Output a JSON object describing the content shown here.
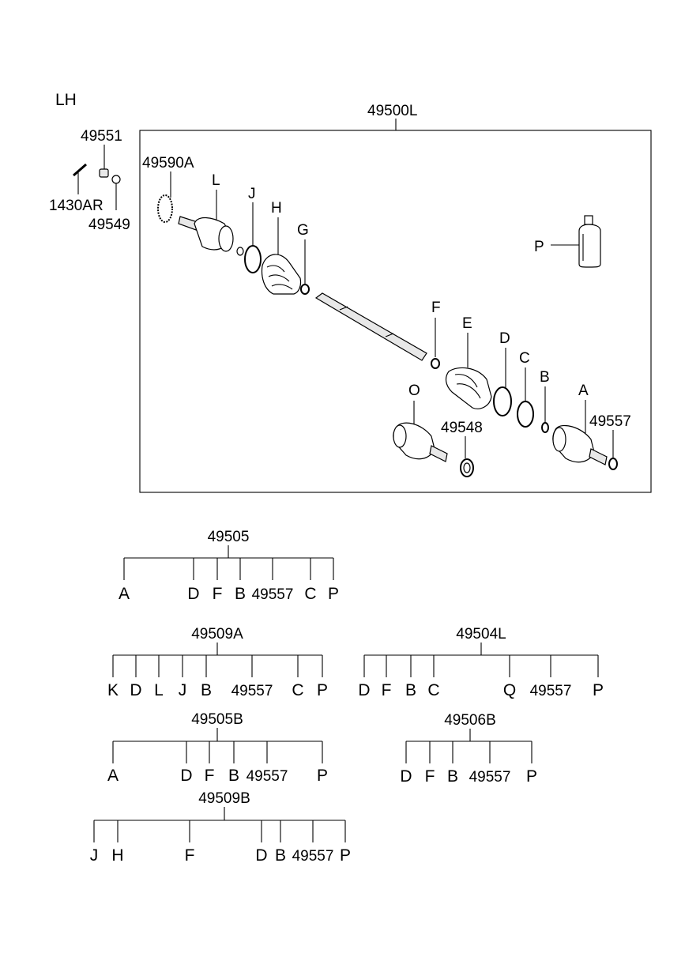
{
  "diagram": {
    "side": "LH",
    "assembly": "49500L",
    "callouts": {
      "c49551": "49551",
      "c1430AR": "1430AR",
      "c49549": "49549",
      "c49590A": "49590A",
      "L": "L",
      "J": "J",
      "H": "H",
      "G": "G",
      "F": "F",
      "E": "E",
      "D": "D",
      "C": "C",
      "B": "B",
      "A": "A",
      "O": "O",
      "P": "P",
      "c49548": "49548",
      "c49557": "49557"
    }
  },
  "kits": [
    {
      "code": "49505",
      "items": [
        "A",
        "D",
        "F",
        "B",
        "49557",
        "C",
        "P"
      ]
    },
    {
      "code": "49509A",
      "items": [
        "K",
        "D",
        "L",
        "J",
        "B",
        "49557",
        "C",
        "P"
      ]
    },
    {
      "code": "49504L",
      "items": [
        "D",
        "F",
        "B",
        "C",
        "Q",
        "49557",
        "P"
      ]
    },
    {
      "code": "49505B",
      "items": [
        "A",
        "D",
        "F",
        "B",
        "49557",
        "P"
      ]
    },
    {
      "code": "49506B",
      "items": [
        "D",
        "F",
        "B",
        "49557",
        "P"
      ]
    },
    {
      "code": "49509B",
      "items": [
        "J",
        "H",
        "F",
        "D",
        "B",
        "49557",
        "P"
      ]
    }
  ]
}
